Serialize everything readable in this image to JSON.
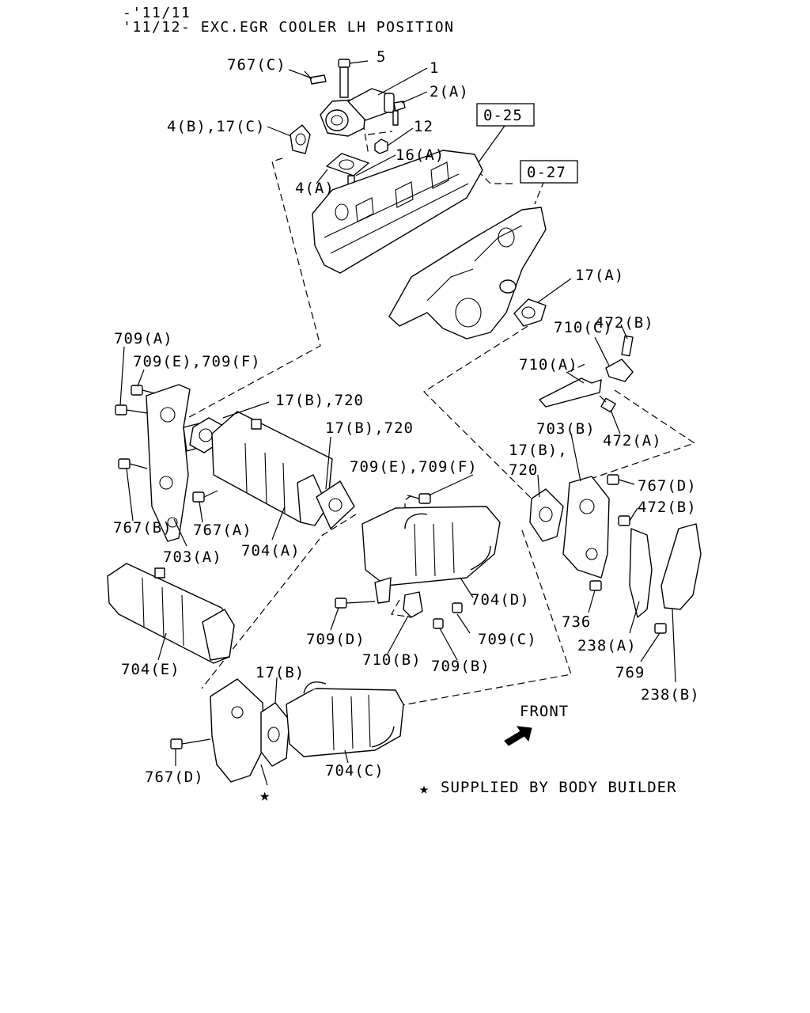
{
  "header": {
    "line1": "-'11/11",
    "line2": "'11/12- EXC.EGR COOLER LH POSITION"
  },
  "refs": {
    "ref_025": "0-25",
    "ref_027": "0-27"
  },
  "labels": {
    "l_767c": "767(C)",
    "l_5": "5",
    "l_1": "1",
    "l_2a": "2(A)",
    "l_4b17c": "4(B),17(C)",
    "l_12": "12",
    "l_16a": "16(A)",
    "l_4a": "4(A)",
    "l_17a": "17(A)",
    "l_472b_top": "472(B)",
    "l_710c": "710(C)",
    "l_710a": "710(A)",
    "l_709a": "709(A)",
    "l_709ef_left": "709(E),709(F)",
    "l_17b720_a": "17(B),720",
    "l_17b720_b": "17(B),720",
    "l_709ef_mid": "709(E),709(F)",
    "l_17b_right": "17(B),",
    "l_720_right": "720",
    "l_703b": "703(B)",
    "l_472a": "472(A)",
    "l_767d_right": "767(D)",
    "l_472b_right": "472(B)",
    "l_767b": "767(B)",
    "l_767a": "767(A)",
    "l_703a": "703(A)",
    "l_704a": "704(A)",
    "l_704d": "704(D)",
    "l_709d": "709(D)",
    "l_709c": "709(C)",
    "l_710b": "710(B)",
    "l_709b": "709(B)",
    "l_736": "736",
    "l_238a": "238(A)",
    "l_769": "769",
    "l_238b": "238(B)",
    "l_704e": "704(E)",
    "l_17b_bottom": "17(B)",
    "l_767d_bottom": "767(D)",
    "l_704c": "704(C)",
    "front": "FRONT"
  },
  "note": {
    "star_glyph": "★",
    "text": "SUPPLIED BY BODY BUILDER"
  },
  "colors": {
    "ink": "#000000",
    "paper": "#ffffff"
  }
}
